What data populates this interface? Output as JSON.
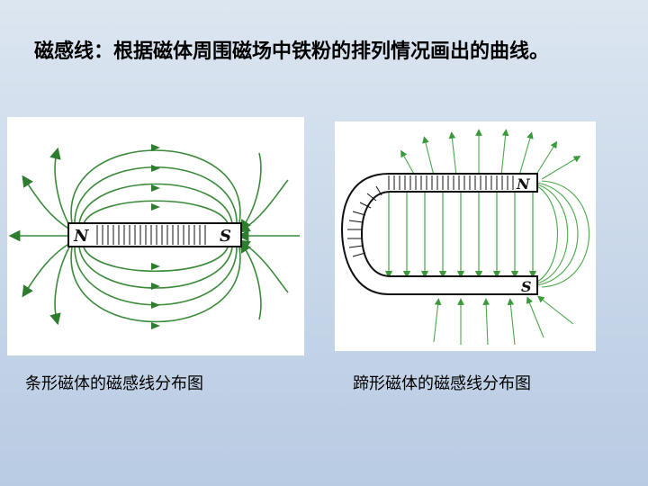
{
  "slide": {
    "title": "磁感线：根据磁体周围磁场中铁粉的排列情况画出的曲线。"
  },
  "bar_magnet": {
    "caption": "条形磁体的磁感线分布图",
    "north_label": "N",
    "south_label": "S"
  },
  "horseshoe_magnet": {
    "caption": "蹄形磁体的磁感线分布图",
    "north_label": "N",
    "south_label": "S"
  },
  "colors": {
    "field_line": "#3a8a3a",
    "arrow": "#2e7d2e",
    "magnet_outline": "#111111"
  }
}
